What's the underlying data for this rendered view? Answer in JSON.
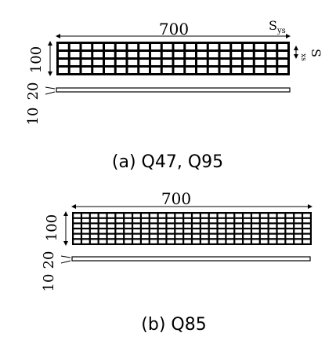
{
  "panels": [
    {
      "caption": "(a) Q47, Q95",
      "length_label": "700",
      "height_label": "100",
      "thickness_label_a": "20",
      "thickness_label_b": "10",
      "spacing_label_main": "S",
      "spacing_label_sub": "ys",
      "spacing_label_side": "S",
      "spacing_label_side_sub": "xs",
      "grid": {
        "columns": 20,
        "rows": 4,
        "style": "coarse mesh"
      }
    },
    {
      "caption": "(b) Q85",
      "length_label": "700",
      "height_label": "100",
      "thickness_label_a": "20",
      "thickness_label_b": "10",
      "grid": {
        "columns": 28,
        "rows": 6,
        "style": "fine mesh"
      }
    }
  ]
}
